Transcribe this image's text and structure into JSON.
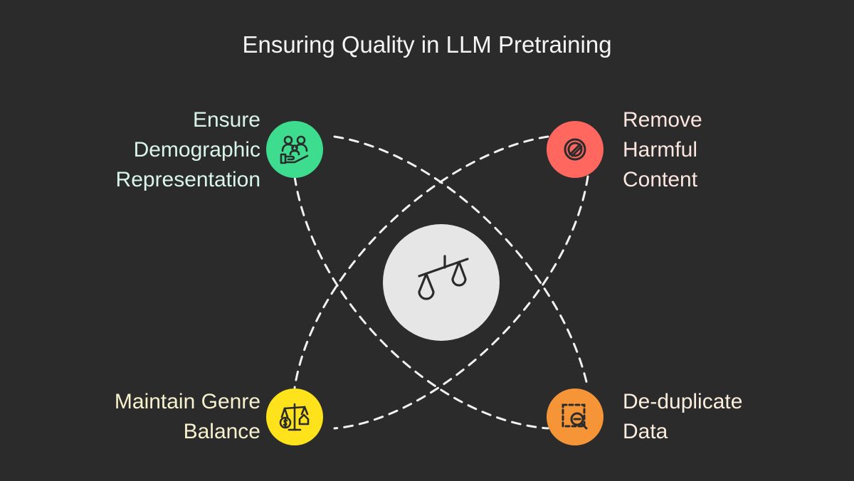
{
  "title": "Ensuring Quality in LLM Pretraining",
  "center": {
    "icon": "balance-scale-icon",
    "color": "#e6e6e6"
  },
  "nodes": [
    {
      "id": "top-left",
      "label_lines": [
        "Ensure",
        "Demographic",
        "Representation"
      ],
      "icon": "people-hand-icon",
      "color": "#3ddc8f",
      "text_color": "#d9f5ea"
    },
    {
      "id": "top-right",
      "label_lines": [
        "Remove",
        "Harmful",
        "Content"
      ],
      "icon": "block-icon",
      "color": "#ff675f",
      "text_color": "#fbe6df"
    },
    {
      "id": "bottom-left",
      "label_lines": [
        "Maintain Genre",
        "Balance"
      ],
      "icon": "money-house-scale-icon",
      "color": "#fde21c",
      "text_color": "#f7f1cf"
    },
    {
      "id": "bottom-right",
      "label_lines": [
        "De-duplicate",
        "Data"
      ],
      "icon": "dashed-zoom-out-icon",
      "color": "#f59538",
      "text_color": "#fbeede"
    }
  ]
}
